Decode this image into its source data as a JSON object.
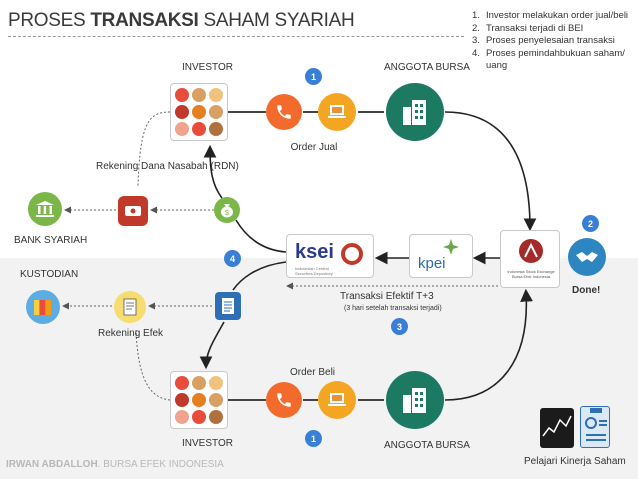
{
  "title": {
    "prefix": "PROSES ",
    "bold": "TRANSAKSI",
    "suffix": " SAHAM SYARIAH"
  },
  "steps": [
    {
      "n": "1.",
      "text": "Investor melakukan order jual/beli"
    },
    {
      "n": "2.",
      "text": "Transaksi terjadi di BEI"
    },
    {
      "n": "3.",
      "text": "Proses penyelesaian transaksi"
    },
    {
      "n": "4.",
      "text": "Proses pemindahbukuan saham/ uang"
    }
  ],
  "labels": {
    "investor_top": "INVESTOR",
    "anggota_top": "ANGGOTA BURSA",
    "order_jual": "Order Jual",
    "rdn": "Rekening Dana Nasabah (RDN)",
    "bank_syariah": "BANK SYARIAH",
    "kustodian": "KUSTODIAN",
    "rekening_efek": "Rekening Efek",
    "transaksi_efektif": "Transaksi Efektif T+3",
    "transaksi_note": "(3 hari setelah transaksi terjadi)",
    "done": "Done!",
    "order_beli": "Order Beli",
    "investor_bottom": "INVESTOR",
    "anggota_bottom": "ANGGOTA BURSA",
    "pelajari": "Pelajari Kinerja Saham"
  },
  "badges": {
    "b1_top": "1",
    "b2": "2",
    "b3": "3",
    "b4": "4",
    "b1_bottom": "1"
  },
  "logos": {
    "ksei": "ksei",
    "ksei_sub": "Indonesian Central Securities Depository",
    "kpei": "kpei",
    "idx_sub": "Indonesia Stock Exchange Bursa Efek Indonesia"
  },
  "footer": {
    "bold": "IRWAN ABDALLOH",
    "rest": ". BURSA EFEK INDONESIA"
  },
  "colors": {
    "accent_blue": "#3a7fd6",
    "phone_orange": "#f26b2c",
    "laptop_yellow": "#f4a623",
    "bank_green": "#1c7a63",
    "money_green": "#7ab648",
    "kustodian_blue": "#2f6fb5",
    "rdn_red": "#c0392b"
  }
}
